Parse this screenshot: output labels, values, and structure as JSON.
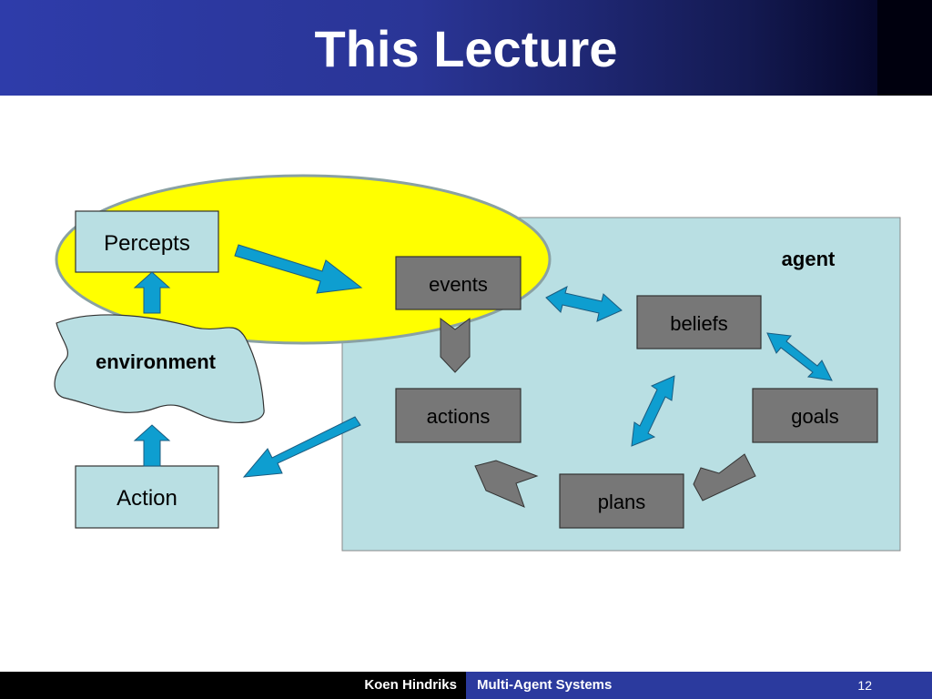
{
  "slide": {
    "title": "This Lecture"
  },
  "diagram": {
    "agent_label": "agent",
    "environment_label": "environment",
    "nodes": {
      "percepts": "Percepts",
      "action": "Action",
      "events": "events",
      "beliefs": "beliefs",
      "actions": "actions",
      "goals": "goals",
      "plans": "plans"
    },
    "colors": {
      "agent_fill": "#b9dfe3",
      "highlight": "#ffff00",
      "gray_box": "#777777",
      "light_box": "#b9dfe3",
      "arrow_blue": "#0e9ed0"
    }
  },
  "footer": {
    "author": "Koen Hindriks",
    "course": "Multi-Agent Systems",
    "page": "12"
  }
}
